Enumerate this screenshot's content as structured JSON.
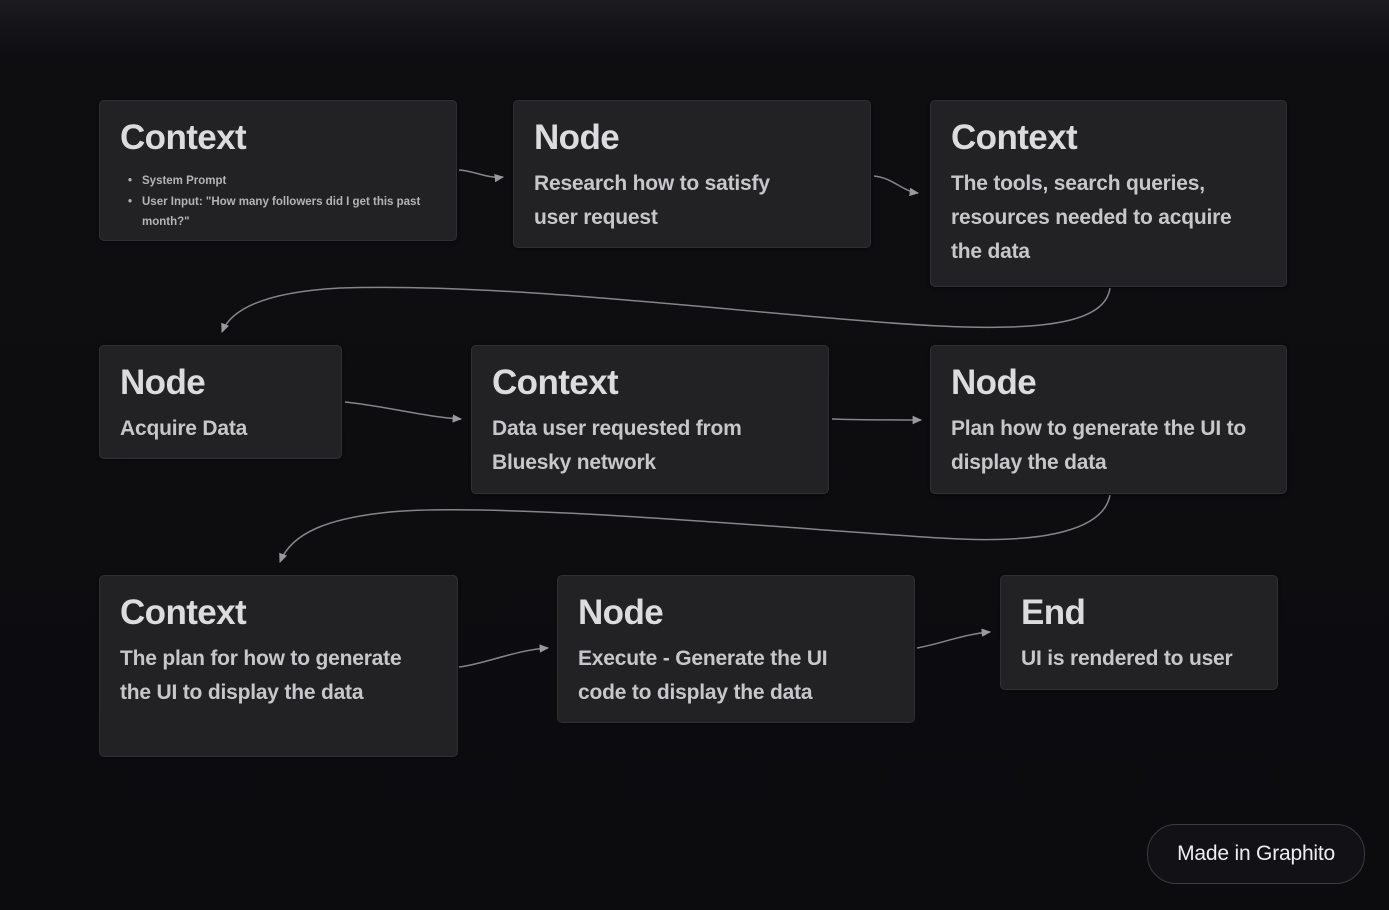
{
  "badge": {
    "label": "Made in Graphito"
  },
  "nodes": [
    {
      "id": "context-user-input",
      "title": "Context",
      "bullets": [
        "System Prompt",
        "User Input: \"How many followers did I get this past month?\""
      ]
    },
    {
      "id": "node-research",
      "title": "Node",
      "subtitle": "Research how to satisfy user request"
    },
    {
      "id": "context-tools",
      "title": "Context",
      "subtitle": "The tools, search queries, resources needed to acquire the data"
    },
    {
      "id": "node-acquire",
      "title": "Node",
      "subtitle": "Acquire Data"
    },
    {
      "id": "context-data",
      "title": "Context",
      "subtitle": "Data user requested from Bluesky network"
    },
    {
      "id": "node-plan",
      "title": "Node",
      "subtitle": "Plan how to generate the UI to display the data"
    },
    {
      "id": "context-plan",
      "title": "Context",
      "subtitle": "The plan for how to generate the UI to display the data"
    },
    {
      "id": "node-execute",
      "title": "Node",
      "subtitle": "Execute - Generate the UI code to display the data"
    },
    {
      "id": "end-render",
      "title": "End",
      "subtitle": "UI is rendered to user"
    }
  ],
  "colors": {
    "background": "#0d0d10",
    "node_background": "#222225",
    "node_border": "#303034",
    "title_text": "#dcdcde",
    "subtitle_text": "#c7c7ca",
    "edge_stroke": "#85858a"
  }
}
